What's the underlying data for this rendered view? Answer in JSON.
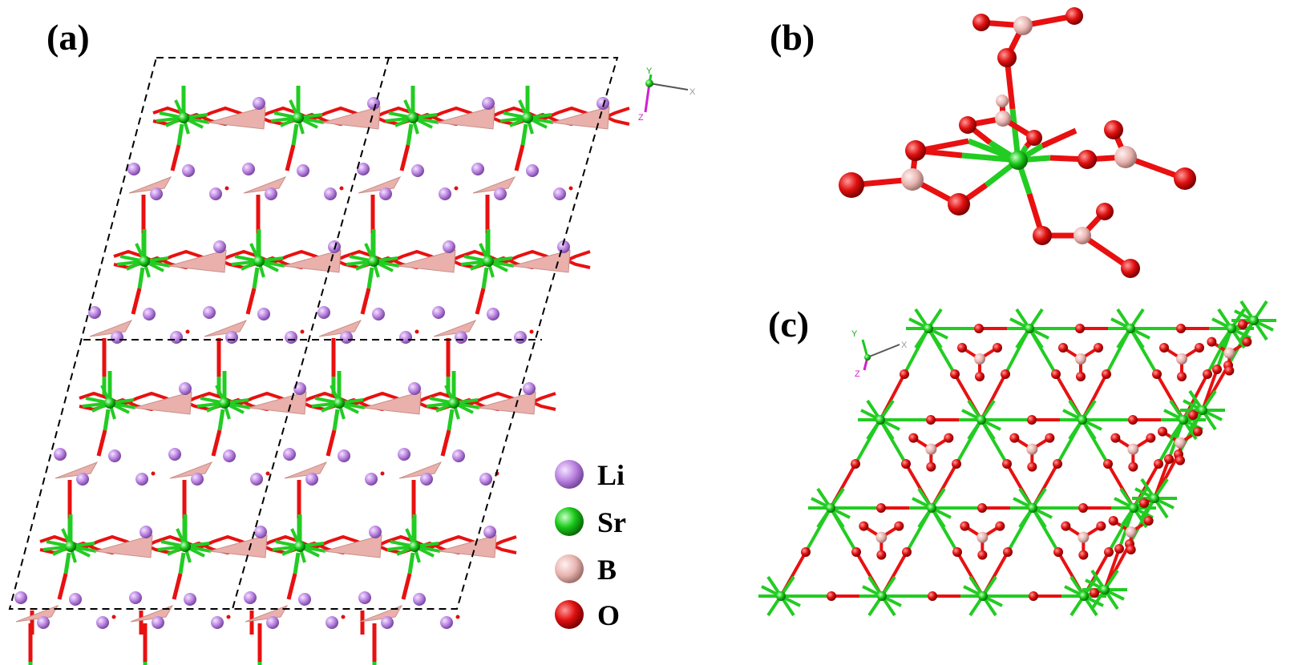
{
  "panels": {
    "a": {
      "label": "(a)"
    },
    "b": {
      "label": "(b)"
    },
    "c": {
      "label": "(c)"
    }
  },
  "legend": [
    {
      "symbol": "Li",
      "color": "#b880e0"
    },
    {
      "symbol": "Sr",
      "color": "#18c818"
    },
    {
      "symbol": "B",
      "color": "#e8b4b0"
    },
    {
      "symbol": "O",
      "color": "#e01010"
    }
  ],
  "axes_a": {
    "x": "X",
    "y": "Y",
    "z": "Z"
  },
  "axes_c": {
    "x": "X",
    "y": "Y",
    "z": "Z"
  },
  "colors": {
    "li": "#b880e0",
    "sr": "#18c818",
    "b": "#e8b4b0",
    "o": "#e01010",
    "bond_sr": "#22cc22",
    "bond_o": "#e81010",
    "triangle": "#eab0ac",
    "cell_line": "#000000"
  },
  "icons": [
    "axis-triad-icon"
  ]
}
